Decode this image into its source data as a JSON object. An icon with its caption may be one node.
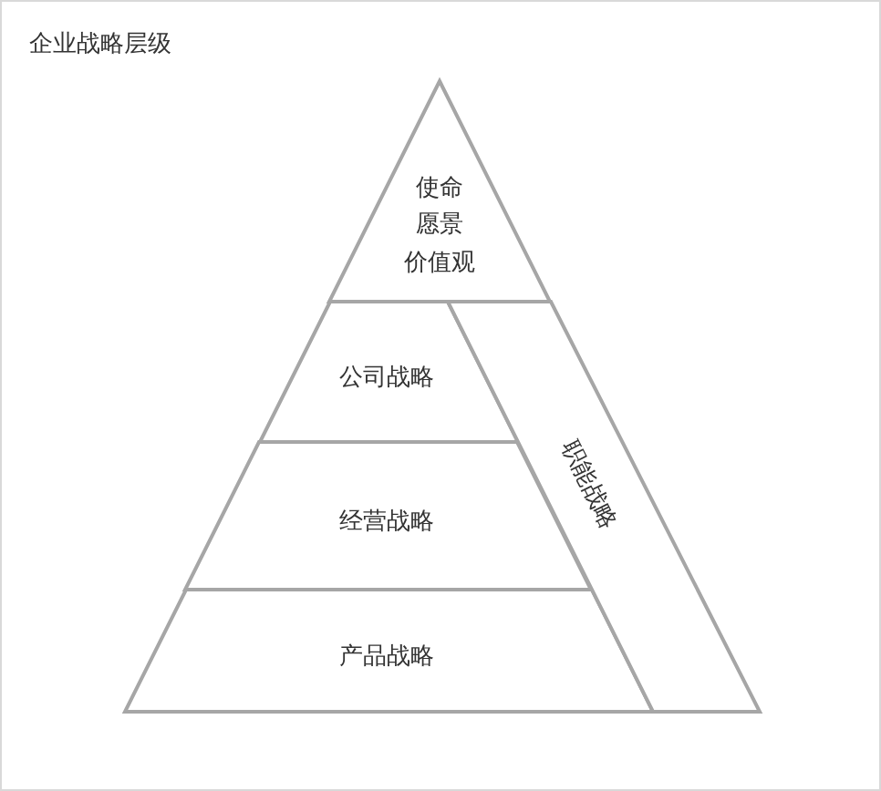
{
  "diagram": {
    "title": "企业战略层级",
    "nodes": [
      {
        "text": [
          "使命",
          "愿景",
          "价值观"
        ]
      },
      {
        "text": [
          "公司战略"
        ]
      },
      {
        "text": [
          "经营战略"
        ]
      },
      {
        "text": [
          "产品战略"
        ]
      },
      {
        "text": [
          "职能战略"
        ]
      }
    ]
  }
}
